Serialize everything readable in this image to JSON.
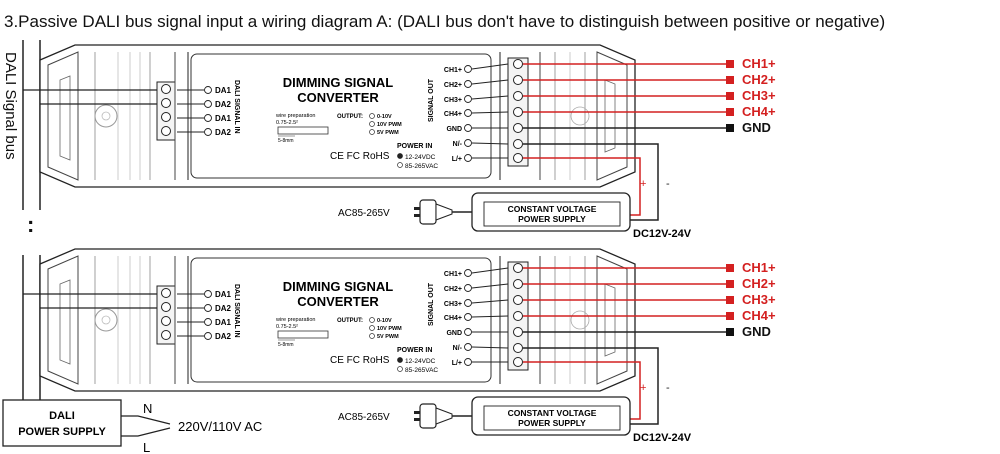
{
  "title": "3.Passive DALI bus signal input a wiring diagram A: (DALI bus don't have to distinguish between positive or negative)",
  "bus_label": "DALI Signal bus",
  "ellipsis": ":",
  "converter": {
    "title_line1": "DIMMING SIGNAL",
    "title_line2": "CONVERTER",
    "dali_inputs": [
      "DA1",
      "DA2",
      "DA1",
      "DA2"
    ],
    "dali_signal_in_label": "DALI SIGNAL IN",
    "wire_prep_label": "wire preparation",
    "wire_prep_size": "0.75-2.5²",
    "wire_strip": "5-8mm",
    "output_label": "OUTPUT:",
    "output_options": [
      "0-10V",
      "10V PWM",
      "5V PWM"
    ],
    "certifications": "CE FC RoHS",
    "power_in_label": "POWER IN",
    "power_in_options": [
      "12-24VDC",
      "85-265VAC"
    ],
    "signal_out_label": "SIGNAL OUT",
    "terminals": [
      "CH1+",
      "CH2+",
      "CH3+",
      "CH4+",
      "GND",
      "N/-",
      "L/+"
    ]
  },
  "outputs": [
    "CH1+",
    "CH2+",
    "CH3+",
    "CH4+",
    "GND"
  ],
  "psu": {
    "line1": "CONSTANT VOLTAGE",
    "line2": "POWER SUPPLY",
    "plus": "+",
    "minus": "-",
    "dc_label": "DC12V-24V",
    "ac_label": "AC85-265V"
  },
  "dali_psu": {
    "line1": "DALI",
    "line2": "POWER SUPPLY",
    "n": "N",
    "l": "L",
    "ac_label": "220V/110V AC"
  },
  "colors": {
    "line": "#222222",
    "red": "#d42020"
  }
}
